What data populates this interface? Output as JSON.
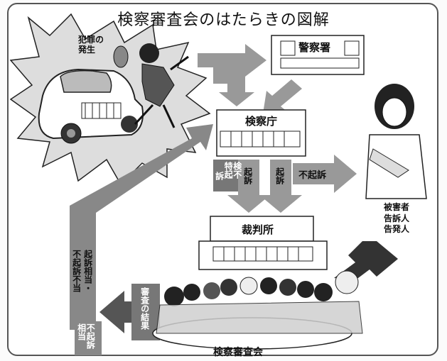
{
  "diagram": {
    "title": "検察審査会のはたらきの図解",
    "crime_label": "犯罪の\n発生",
    "police_label": "警察署",
    "prosecutor_label": "検察庁",
    "court_label": "裁判所",
    "committee_label": "検察審査会",
    "victim_label": "被害者\n告訴人\n告発人",
    "arrow_labels": {
      "kensatsu_fukiso": "検不\n特起\n 訴",
      "kiso_1": "起訴",
      "kiso_2": "起訴",
      "fukiso": "不起訴",
      "kiso_soto": "起訴相当・",
      "fukiso_futo": "不起訴不当",
      "shinsa_kekka": "審査の結果",
      "fukiso_soto": "不起訴\n相当"
    }
  }
}
